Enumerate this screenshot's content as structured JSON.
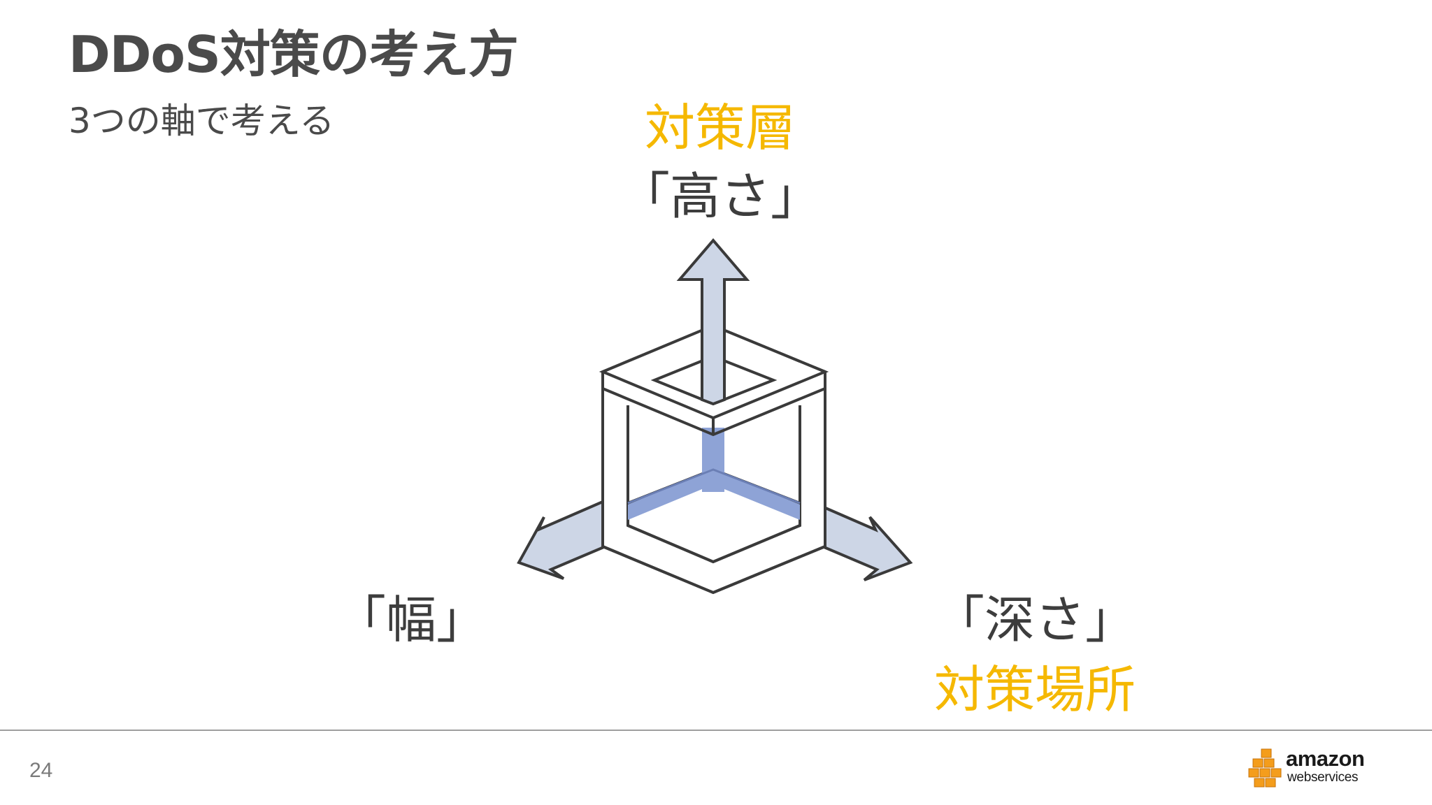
{
  "slide": {
    "title": "DDoS対策の考え方",
    "subtitle": "3つの軸で考える",
    "page_number": "24"
  },
  "axes": {
    "height": {
      "category": "対策層",
      "label": "「高さ」"
    },
    "width": {
      "label": "「幅」"
    },
    "depth": {
      "label": "「深さ」",
      "category": "対策場所"
    }
  },
  "logo": {
    "line1": "amazon",
    "line2": "webservices"
  },
  "colors": {
    "accent_yellow": "#f5b800",
    "text_dark": "#3d3d3d",
    "title_gray": "#4a4a4a",
    "arrow_fill": "#cdd6e6",
    "axis_blue": "#8ea3d6",
    "stroke": "#3a3a3a",
    "aws_orange": "#f49d1c"
  }
}
